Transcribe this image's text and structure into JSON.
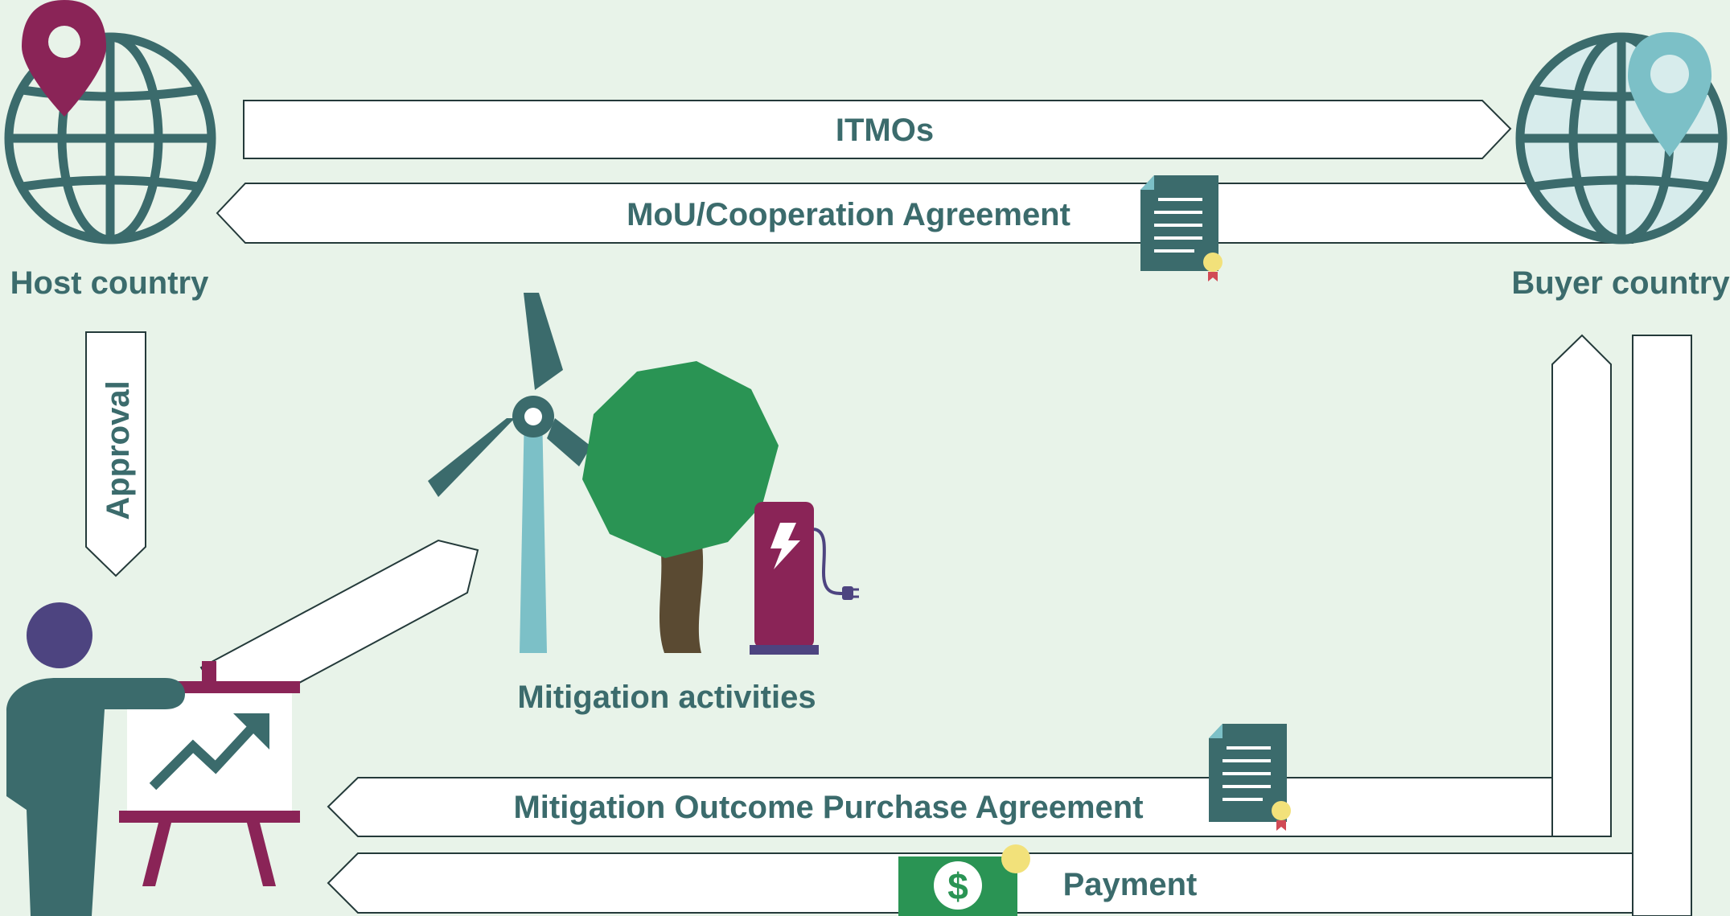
{
  "arrows": {
    "itmos": "ITMOs",
    "mou": "MoU/Cooperation Agreement",
    "approval": "Approval",
    "mopa": "Mitigation Outcome Purchase Agreement",
    "payment": "Payment"
  },
  "labels": {
    "host_country": "Host country",
    "buyer_country": "Buyer country",
    "mitigation_activities": "Mitigation activities"
  },
  "icons": {
    "host_globe": "globe-icon",
    "buyer_globe": "globe-icon",
    "host_pin": "location-pin-icon",
    "buyer_pin": "location-pin-icon",
    "presenter": "presenter-chart-icon",
    "wind_turbine": "wind-turbine-icon",
    "tree": "tree-icon",
    "charger": "ev-charger-icon",
    "document": "certificate-document-icon",
    "money": "dollar-bill-icon",
    "dollar_symbol": "$"
  },
  "colors": {
    "background": "#e8f3e9",
    "teal": "#3b6b6c",
    "magenta": "#8a2457",
    "light_blue": "#7cc0c7",
    "green": "#2a9454",
    "purple": "#4d4480",
    "brown": "#5a4a32",
    "gold": "#f2e17a"
  }
}
